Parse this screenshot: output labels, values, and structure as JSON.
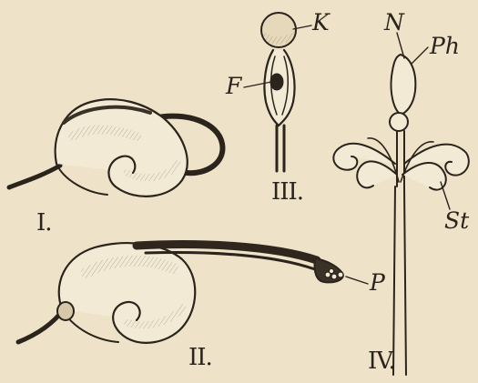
{
  "figure": {
    "figures": [
      {
        "numeral": "I."
      },
      {
        "numeral": "II."
      },
      {
        "numeral": "III."
      },
      {
        "numeral": "IV."
      }
    ],
    "letters": {
      "k": "K",
      "f": "F",
      "n": "N",
      "ph": "Ph",
      "st": "St",
      "p": "P"
    },
    "colors": {
      "paper": "#eee2c8",
      "ink": "#2a241c",
      "shade": "#b9ab8e"
    }
  }
}
